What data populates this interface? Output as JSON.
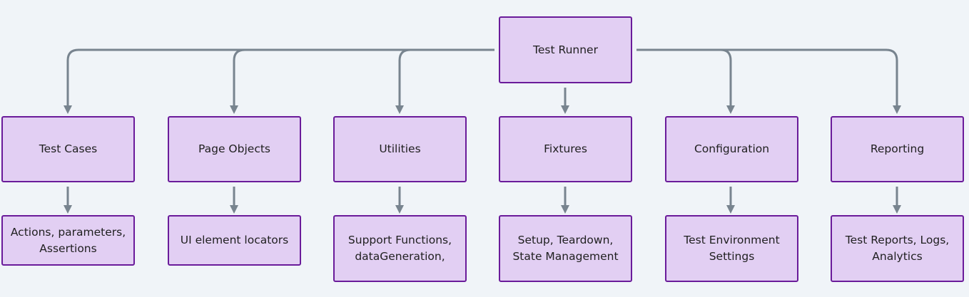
{
  "diagram": {
    "root": {
      "label": "Test Runner"
    },
    "components": [
      {
        "label": "Test Cases",
        "detail": [
          "Actions, parameters,",
          "Assertions"
        ]
      },
      {
        "label": "Page Objects",
        "detail": [
          "UI element locators"
        ]
      },
      {
        "label": "Utilities",
        "detail": [
          "Support Functions,",
          "dataGeneration,"
        ]
      },
      {
        "label": "Fixtures",
        "detail": [
          "Setup, Teardown,",
          "State Management"
        ]
      },
      {
        "label": "Configuration",
        "detail": [
          "Test Environment",
          "Settings"
        ]
      },
      {
        "label": "Reporting",
        "detail": [
          "Test Reports, Logs,",
          "Analytics"
        ]
      }
    ],
    "colors": {
      "node_fill": "#e2cff3",
      "node_border": "#6a1b9a",
      "edge": "#78848f",
      "background": "#f0f4f8"
    }
  }
}
